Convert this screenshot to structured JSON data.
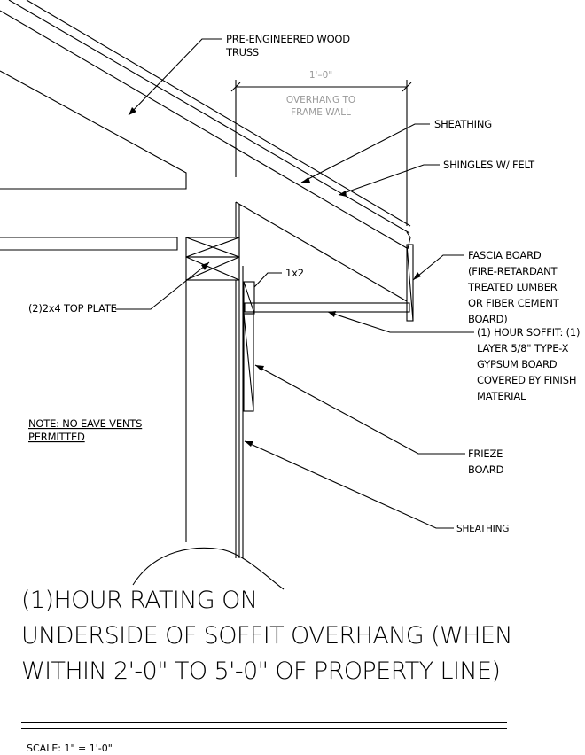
{
  "labels": {
    "truss_1": "PRE-ENGINEERED WOOD",
    "truss_2": "TRUSS",
    "dimension": "1'–0\"",
    "overhang_1": "OVERHANG TO",
    "overhang_2": "FRAME WALL",
    "sheathing_top": "SHEATHING",
    "shingles": "SHINGLES W/ FELT",
    "fascia_1": "FASCIA BOARD",
    "fascia_2": "(FIRE-RETARDANT",
    "fascia_3": "TREATED LUMBER",
    "fascia_4": "OR FIBER CEMENT",
    "fascia_5": "BOARD)",
    "one_by_two": "1x2",
    "top_plate": "(2)2x4 TOP PLATE",
    "soffit_1": "(1) HOUR SOFFIT: (1)",
    "soffit_2": "LAYER 5/8\" TYPE-X",
    "soffit_3": "GYPSUM BOARD",
    "soffit_4": "COVERED BY FINISH",
    "soffit_5": "MATERIAL",
    "note_1": "NOTE: NO EAVE VENTS",
    "note_2": "PERMITTED",
    "frieze_1": "FRIEZE",
    "frieze_2": "BOARD",
    "sheathing_bottom": "SHEATHING"
  },
  "title": {
    "line1": "(1)HOUR RATING ON",
    "line2": "UNDERSIDE OF SOFFIT OVERHANG (WHEN",
    "line3": "WITHIN 2'-0\" TO 5'-0\" OF PROPERTY LINE)"
  },
  "scale": "SCALE: 1\" = 1'-0\""
}
